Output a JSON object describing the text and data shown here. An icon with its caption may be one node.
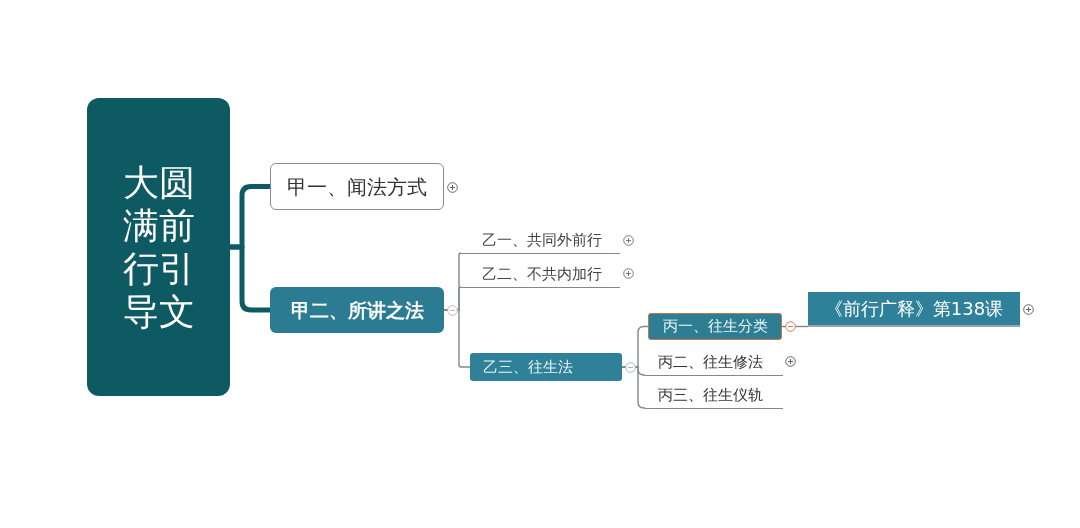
{
  "diagram": {
    "nodes": [
      {
        "text": [
          "大圆满前行引导文"
        ]
      },
      {
        "text": [
          "甲一、闻法方式"
        ]
      },
      {
        "text": [
          "甲二、所讲之法"
        ]
      },
      {
        "text": [
          "乙一、共同外前行"
        ]
      },
      {
        "text": [
          "乙二、不共内加行"
        ]
      },
      {
        "text": [
          "乙三、往生法"
        ]
      },
      {
        "text": [
          "丙一、往生分类"
        ]
      },
      {
        "text": [
          "丙二、往生修法"
        ]
      },
      {
        "text": [
          "丙三、往生仪轨"
        ]
      },
      {
        "text": [
          "《前行广释》第138课"
        ]
      }
    ],
    "edges": [
      {
        "from": 0,
        "to": 1,
        "arrow": "none",
        "style": "thick",
        "color": "#0e5a62"
      },
      {
        "from": 0,
        "to": 2,
        "arrow": "none",
        "style": "thick",
        "color": "#0e5a62"
      },
      {
        "from": 2,
        "to": 3,
        "arrow": "none"
      },
      {
        "from": 2,
        "to": 4,
        "arrow": "none"
      },
      {
        "from": 2,
        "to": 5,
        "arrow": "none"
      },
      {
        "from": 5,
        "to": 6,
        "arrow": "none"
      },
      {
        "from": 5,
        "to": 7,
        "arrow": "none"
      },
      {
        "from": 5,
        "to": 8,
        "arrow": "none"
      },
      {
        "from": 6,
        "to": 9,
        "arrow": "none"
      }
    ]
  }
}
